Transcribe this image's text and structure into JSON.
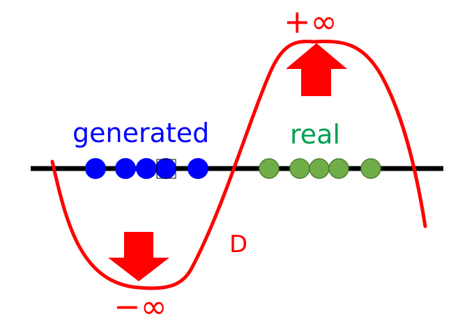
{
  "labels": {
    "generated": "generated",
    "real": "real",
    "discriminator": "D",
    "pos_infinity": "+∞",
    "neg_infinity": "−∞"
  },
  "colors": {
    "curve": "#ff0000",
    "axis": "#000000",
    "generated_points": "#0000ff",
    "real_points": "#70ad47",
    "real_point_stroke": "#507e32",
    "generated_text": "#0000ff",
    "real_text": "#00a050",
    "arrow": "#ff0000"
  },
  "points": {
    "generated_count": 5,
    "real_count": 5
  }
}
